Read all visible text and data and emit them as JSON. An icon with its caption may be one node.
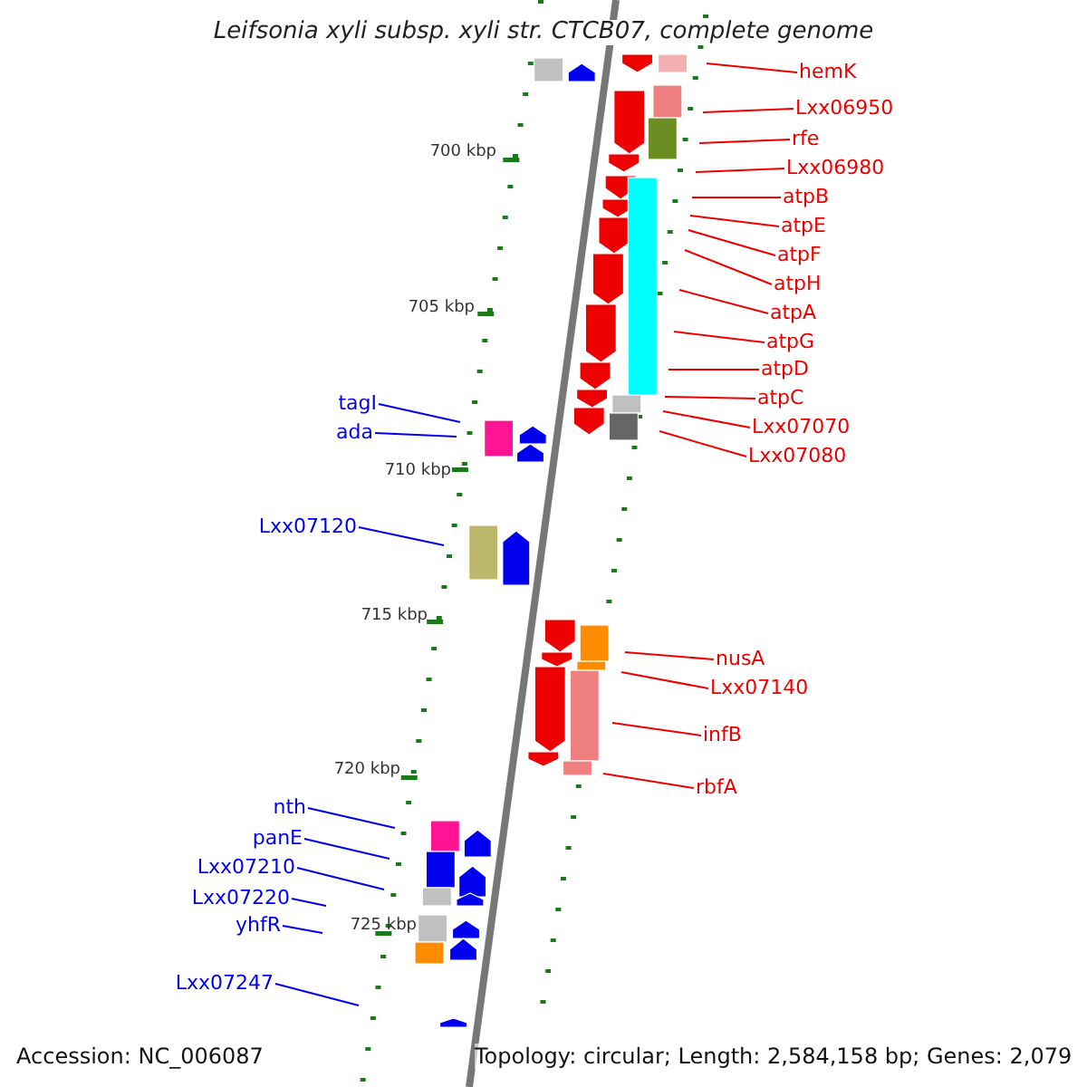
{
  "diagram": {
    "title": "Leifsonia xyli subsp. xyli str. CTCB07, complete genome",
    "nodes": [
      {
        "text": [
          "hemK"
        ]
      },
      {
        "text": [
          "Lxx06950"
        ]
      },
      {
        "text": [
          "rfe"
        ]
      },
      {
        "text": [
          "Lxx06980"
        ]
      },
      {
        "text": [
          "atpB"
        ]
      },
      {
        "text": [
          "atpE"
        ]
      },
      {
        "text": [
          "atpF"
        ]
      },
      {
        "text": [
          "atpH"
        ]
      },
      {
        "text": [
          "atpA"
        ]
      },
      {
        "text": [
          "atpG"
        ]
      },
      {
        "text": [
          "atpD"
        ]
      },
      {
        "text": [
          "atpC"
        ]
      },
      {
        "text": [
          "Lxx07070"
        ]
      },
      {
        "text": [
          "Lxx07080"
        ]
      },
      {
        "text": [
          "tagI"
        ]
      },
      {
        "text": [
          "ada"
        ]
      },
      {
        "text": [
          "Lxx07120"
        ]
      },
      {
        "text": [
          "nusA"
        ]
      },
      {
        "text": [
          "Lxx07140"
        ]
      },
      {
        "text": [
          "infB"
        ]
      },
      {
        "text": [
          "rbfA"
        ]
      },
      {
        "text": [
          "nth"
        ]
      },
      {
        "text": [
          "panE"
        ]
      },
      {
        "text": [
          "Lxx07210"
        ]
      },
      {
        "text": [
          "Lxx07220"
        ]
      },
      {
        "text": [
          "yhfR"
        ]
      },
      {
        "text": [
          "Lxx07247"
        ]
      }
    ],
    "edges": [
      {
        "from": 0,
        "to": null,
        "arrow": "none"
      },
      {
        "from": 1,
        "to": null,
        "arrow": "none"
      },
      {
        "from": 2,
        "to": null,
        "arrow": "none"
      },
      {
        "from": 3,
        "to": null,
        "arrow": "none"
      },
      {
        "from": 4,
        "to": null,
        "arrow": "none"
      },
      {
        "from": 5,
        "to": null,
        "arrow": "none"
      },
      {
        "from": 6,
        "to": null,
        "arrow": "none"
      },
      {
        "from": 7,
        "to": null,
        "arrow": "none"
      },
      {
        "from": 8,
        "to": null,
        "arrow": "none"
      },
      {
        "from": 9,
        "to": null,
        "arrow": "none"
      },
      {
        "from": 10,
        "to": null,
        "arrow": "none"
      },
      {
        "from": 11,
        "to": null,
        "arrow": "none"
      },
      {
        "from": 12,
        "to": null,
        "arrow": "none"
      },
      {
        "from": 13,
        "to": null,
        "arrow": "none"
      },
      {
        "from": 14,
        "to": null,
        "arrow": "none",
        "color": "#0000ee"
      },
      {
        "from": 15,
        "to": null,
        "arrow": "none",
        "color": "#0000ee"
      },
      {
        "from": 16,
        "to": null,
        "arrow": "none",
        "color": "#0000ee"
      },
      {
        "from": 17,
        "to": null,
        "arrow": "none"
      },
      {
        "from": 18,
        "to": null,
        "arrow": "none"
      },
      {
        "from": 19,
        "to": null,
        "arrow": "none"
      },
      {
        "from": 20,
        "to": null,
        "arrow": "none"
      },
      {
        "from": 21,
        "to": null,
        "arrow": "none",
        "color": "#0000ee"
      },
      {
        "from": 22,
        "to": null,
        "arrow": "none",
        "color": "#0000ee"
      },
      {
        "from": 23,
        "to": null,
        "arrow": "none",
        "color": "#0000ee"
      },
      {
        "from": 24,
        "to": null,
        "arrow": "none",
        "color": "#0000ee"
      },
      {
        "from": 25,
        "to": null,
        "arrow": "none",
        "color": "#0000ee"
      },
      {
        "from": 26,
        "to": null,
        "arrow": "none",
        "color": "#0000ee"
      }
    ],
    "labels": [
      "700 kbp",
      "705 kbp",
      "710 kbp",
      "715 kbp",
      "720 kbp",
      "725 kbp",
      "Accession: NC_006087",
      "Topology: circular; Length: 2,584,158 bp; Genes: 2,079"
    ]
  }
}
